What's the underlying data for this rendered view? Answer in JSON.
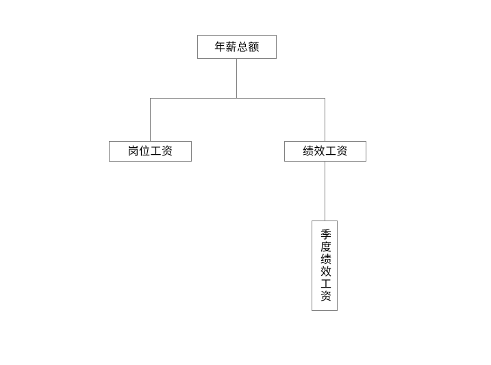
{
  "diagram": {
    "title_text": "年薪总额",
    "type": "organization-tree",
    "background_color": "#ffffff",
    "line_color": "#808080",
    "border_color": "#808080",
    "text_color": "#000000",
    "nodes": [
      {
        "id": "total",
        "label": "年薪总额",
        "level": 0,
        "orientation": "horizontal"
      },
      {
        "id": "post",
        "label": "岗位工资",
        "level": 1,
        "orientation": "horizontal"
      },
      {
        "id": "performance",
        "label": "绩效工资",
        "level": 1,
        "orientation": "horizontal"
      },
      {
        "id": "quarterly",
        "label": "季度绩效工资",
        "level": 2,
        "orientation": "vertical"
      }
    ],
    "edges": [
      {
        "from": "total",
        "to": "post"
      },
      {
        "from": "total",
        "to": "performance"
      },
      {
        "from": "performance",
        "to": "quarterly"
      }
    ]
  }
}
